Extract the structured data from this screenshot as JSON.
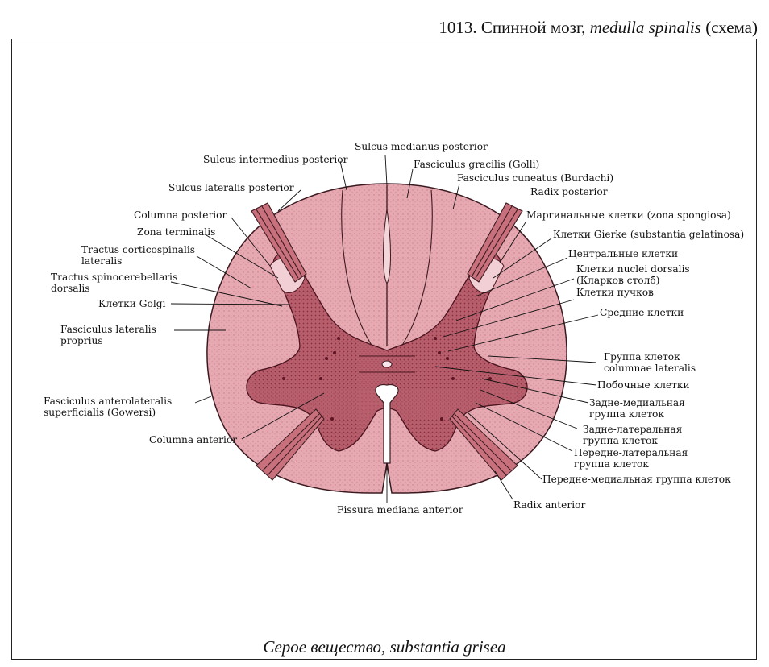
{
  "header": {
    "number_title": "1013. Спинной мозг,",
    "latin": "medulla spinalis",
    "suffix": "(схема)"
  },
  "caption": {
    "ru": "Серое вещество,",
    "latin": "substantia grisea"
  },
  "colors": {
    "white_matter": "#e7a9b1",
    "gray_matter": "#b55c6a",
    "outline": "#3a1a20"
  },
  "labels": {
    "sulcus_medianus_posterior": "Sulcus medianus posterior",
    "sulcus_intermedius_posterior": "Sulcus intermedius posterior",
    "fasciculus_gracilis": "Fasciculus gracilis (Golli)",
    "fasciculus_cuneatus": "Fasciculus cuneatus (Burdachi)",
    "radix_posterior": "Radix posterior",
    "sulcus_lateralis_posterior": "Sulcus lateralis posterior",
    "columna_posterior": "Columna posterior",
    "zona_terminalis": "Zona terminalis",
    "tractus_corticospinalis_1": "Tractus corticospinalis",
    "tractus_corticospinalis_2": "lateralis",
    "tractus_spinocerebellaris_1": "Tractus spinocerebellaris",
    "tractus_spinocerebellaris_2": "dorsalis",
    "kletki_golgi": "Клетки Golgi",
    "fasciculus_lateralis_1": "Fasciculus lateralis",
    "fasciculus_lateralis_2": "proprius",
    "fasciculus_anterolateralis_1": "Fasciculus anterolateralis",
    "fasciculus_anterolateralis_2": "superficialis (Gowersi)",
    "columna_anterior": "Columna anterior",
    "fissura_mediana_anterior": "Fissura mediana anterior",
    "radix_anterior": "Radix anterior",
    "marginalnye": "Маргинальные клетки (zona spongiosa)",
    "gierke": "Клетки Gierke (substantia gelatinosa)",
    "centralnye": "Центральные клетки",
    "nuclei_dorsalis_1": "Клетки nuclei dorsalis",
    "nuclei_dorsalis_2": "(Кларков столб)",
    "puchkov": "Клетки пучков",
    "srednie": "Средние клетки",
    "gruppa_columnae_1": "Группа клеток",
    "gruppa_columnae_2": "columnae lateralis",
    "pobochnye": "Побочные клетки",
    "zadne_medialnaya_1": "Задне-медиальная",
    "zadne_medialnaya_2": "группа клеток",
    "zadne_lateralnaya_1": "Задне-латеральная",
    "zadne_lateralnaya_2": "группа клеток",
    "peredne_lateralnaya_1": "Передне-латеральная",
    "peredne_lateralnaya_2": "группа клеток",
    "peredne_medialnaya": "Передне-медиальная группа клеток"
  }
}
